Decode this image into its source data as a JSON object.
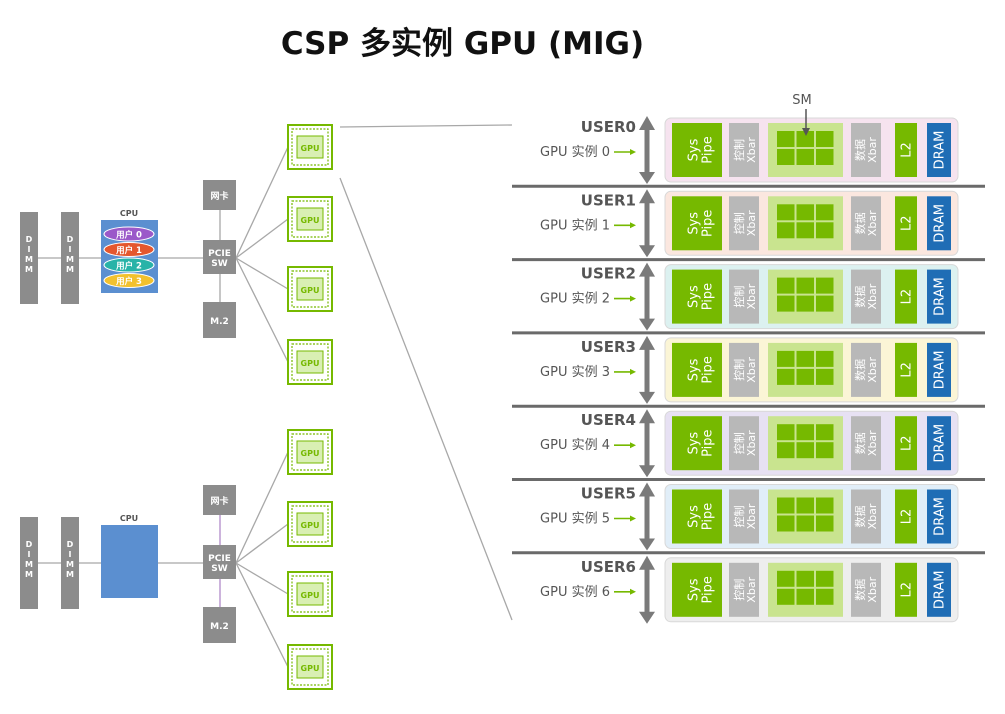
{
  "title": "CSP 多实例 GPU (MIG)",
  "server": {
    "dimm_label": "DIMM",
    "cpu_label": "CPU",
    "nic_label": "网卡",
    "pcie_label_1": "PCIE",
    "pcie_label_2": "SW",
    "m2_label": "M.2",
    "gpu_label": "GPU",
    "cpu_users": [
      {
        "label": "用户 0",
        "color": "#9b59c9"
      },
      {
        "label": "用户 1",
        "color": "#e4572e"
      },
      {
        "label": "用户 2",
        "color": "#28b3a8"
      },
      {
        "label": "用户 3",
        "color": "#f2c12e"
      }
    ]
  },
  "mig": {
    "sm_label": "SM",
    "sys_pipe_line1": "Sys",
    "sys_pipe_line2": "Pipe",
    "ctrl_line1": "控制",
    "ctrl_line2": "Xbar",
    "data_line1": "数据",
    "data_line2": "Xbar",
    "l2_label": "L2",
    "dram_label": "DRAM",
    "instances": [
      {
        "user": "USER0",
        "instance": "GPU 实例 0",
        "bg": "#f6e3ef"
      },
      {
        "user": "USER1",
        "instance": "GPU 实例 1",
        "bg": "#fbe7df"
      },
      {
        "user": "USER2",
        "instance": "GPU 实例 2",
        "bg": "#dcf1f0"
      },
      {
        "user": "USER3",
        "instance": "GPU 实例 3",
        "bg": "#fbf5d6"
      },
      {
        "user": "USER4",
        "instance": "GPU 实例 4",
        "bg": "#e7e1f3"
      },
      {
        "user": "USER5",
        "instance": "GPU 实例 5",
        "bg": "#e1eef8"
      },
      {
        "user": "USER6",
        "instance": "GPU 实例 6",
        "bg": "#eeeeee"
      }
    ]
  },
  "colors": {
    "green": "#76b900",
    "gray_box": "#8c8c8c",
    "line_gray": "#a8a8a8",
    "dram_blue": "#1f6db5",
    "cpu_blue": "#5b8fd0",
    "arrow_gray": "#7a7a7a"
  }
}
